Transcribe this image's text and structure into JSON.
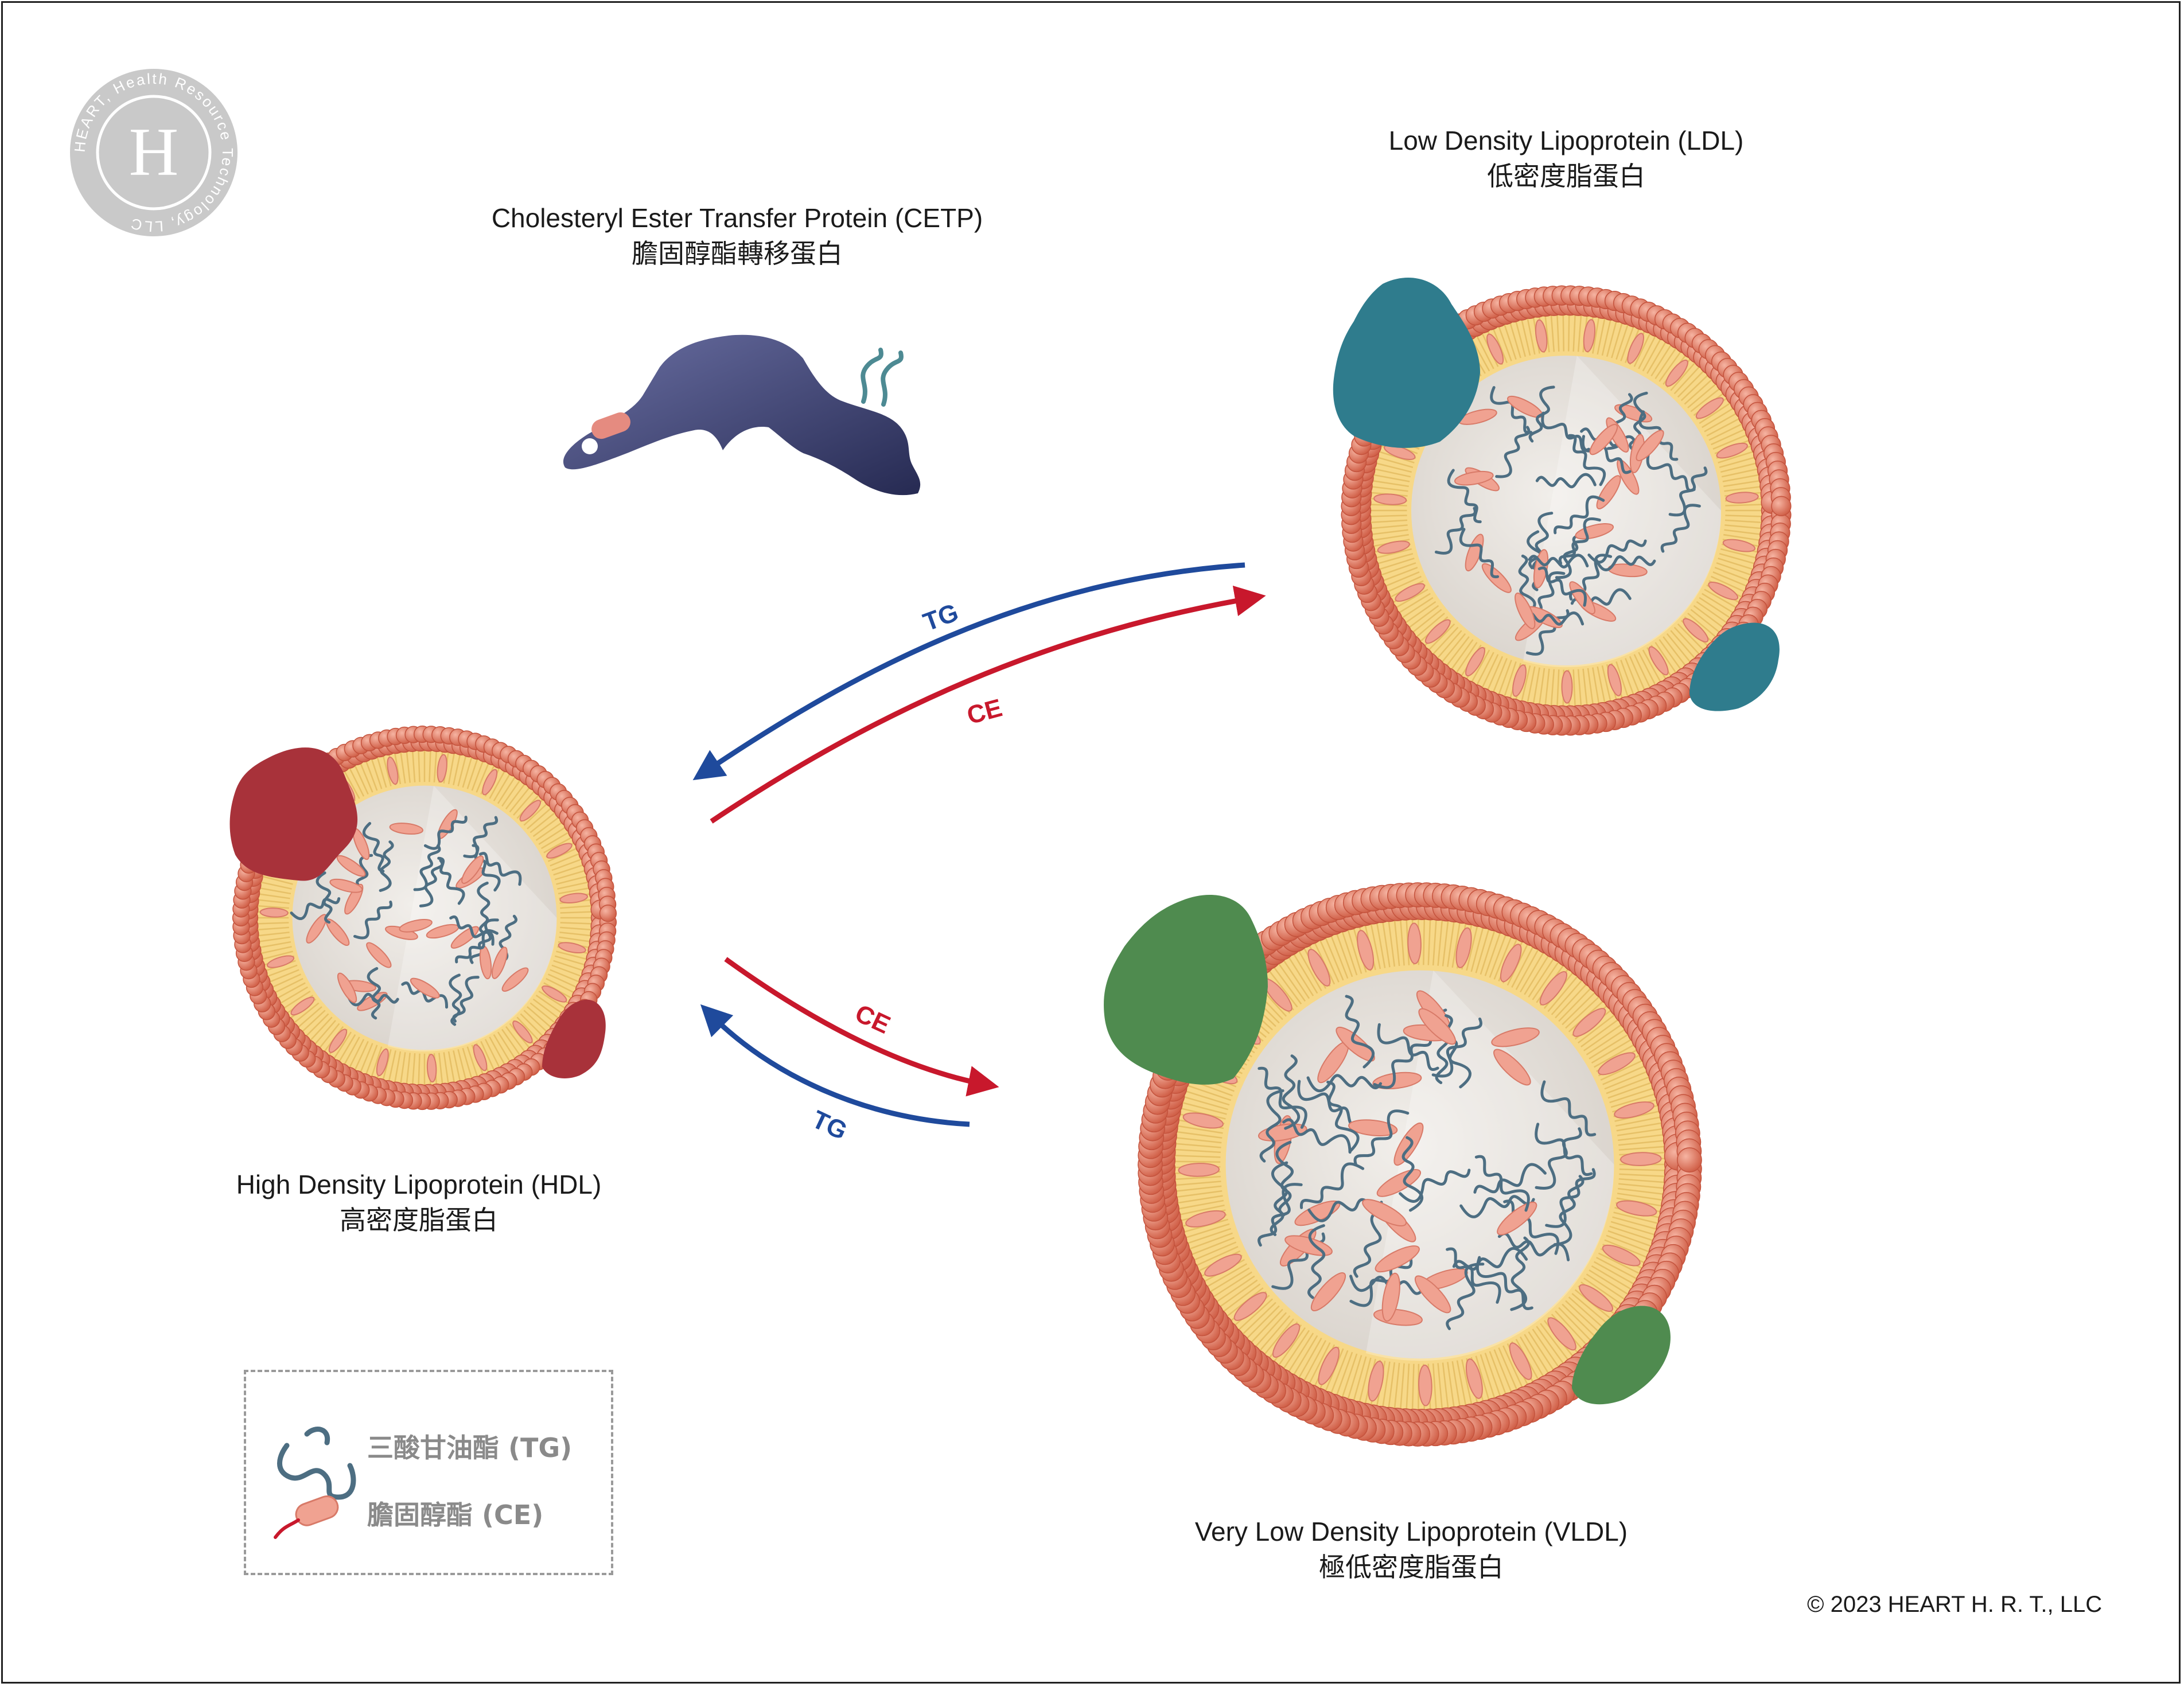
{
  "cetp": {
    "en": "Cholesteryl Ester Transfer Protein (CETP)",
    "zh": "膽固醇酯轉移蛋白"
  },
  "ldl": {
    "en": "Low Density Lipoprotein (LDL)",
    "zh": "低密度脂蛋白"
  },
  "hdl": {
    "en": "High Density Lipoprotein (HDL)",
    "zh": "高密度脂蛋白"
  },
  "vldl": {
    "en": "Very Low Density Lipoprotein (VLDL)",
    "zh": "極低密度脂蛋白"
  },
  "arrows": {
    "upper_tg": "TG",
    "upper_ce": "CE",
    "lower_ce": "CE",
    "lower_tg": "TG"
  },
  "legend": {
    "tg": "三酸甘油酯 (TG)",
    "ce": "膽固醇酯 (CE)"
  },
  "logo": {
    "ring_text": "HEART, Health Resource Technology, LLC",
    "letter": "H"
  },
  "copyright": "© 2023 HEART H. R. T., LLC",
  "colors": {
    "tg_arrow": "#1f4a9c",
    "ce_arrow": "#c8182c",
    "shell": "#e07a63",
    "tail": "#f7d888",
    "core": "#e6e2dd",
    "tg_squiggle": "#4d6e82",
    "ce_capsule": "#f0a291",
    "hdl_protein": "#a8323a",
    "ldl_protein": "#2f7c8d",
    "vldl_protein": "#4f8b4f",
    "cetp_protein": "#3a3e6e"
  }
}
